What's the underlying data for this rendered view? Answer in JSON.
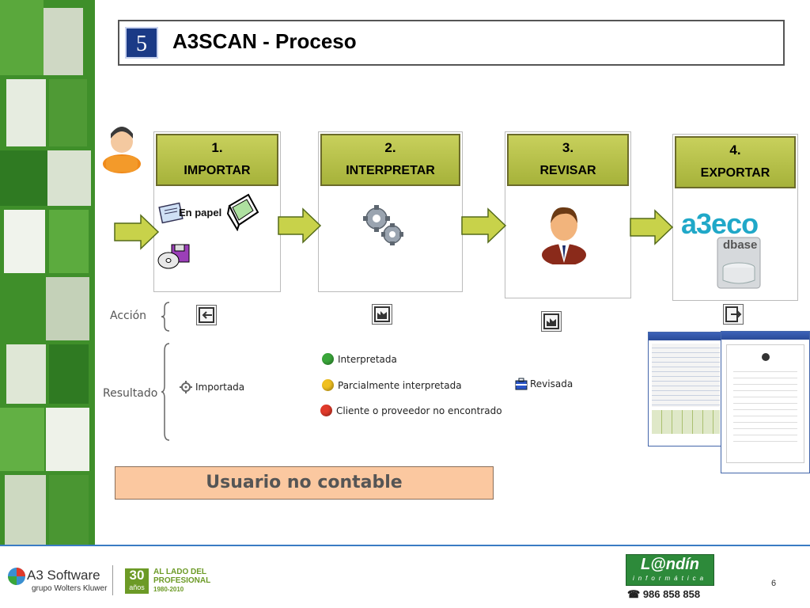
{
  "title": {
    "number": "5",
    "text": "A3SCAN - Proceso"
  },
  "steps": [
    {
      "number": "1.",
      "name": "IMPORTAR"
    },
    {
      "number": "2.",
      "name": "INTERPRETAR"
    },
    {
      "number": "3.",
      "name": "REVISAR"
    },
    {
      "number": "4.",
      "name": "EXPORTAR"
    }
  ],
  "import_source": "En papel",
  "export_targets": {
    "logo": "a3eco",
    "db": "dbase"
  },
  "row_labels": {
    "action": "Acción",
    "result": "Resultado"
  },
  "results": {
    "importada": "Importada",
    "interpretada": "Interpretada",
    "parcial": "Parcialmente interpretada",
    "no_encontrado": "Cliente o proveedor no encontrado",
    "revisada": "Revisada"
  },
  "status_colors": {
    "ok": "#3aa63a",
    "partial": "#f0c020",
    "error": "#e03a2a"
  },
  "user_type": "Usuario no contable",
  "footer": {
    "brand": "A3 Software",
    "brand_sub": "grupo Wolters Kluwer",
    "anniv_number": "30",
    "anniv_word": "años",
    "motto_line1": "AL LADO DEL",
    "motto_line2": "PROFESIONAL",
    "motto_years": "1980-2010",
    "partner": "L@ndín",
    "partner_sub": "informática",
    "phone": "986 858 858",
    "page": "6"
  },
  "colors": {
    "step_header": "#b4bf46",
    "title_badge": "#1b3a86",
    "user_box": "#fbc8a0",
    "footer_line": "#3a7cc4"
  },
  "icons": [
    "person-icon",
    "scanner-icon",
    "document-icon",
    "disk-icon",
    "gears-icon",
    "reviewer-icon",
    "database-icon",
    "import-icon",
    "interpret-icon",
    "review-icon",
    "export-icon",
    "gear-small-icon",
    "briefcase-icon",
    "phone-icon"
  ]
}
